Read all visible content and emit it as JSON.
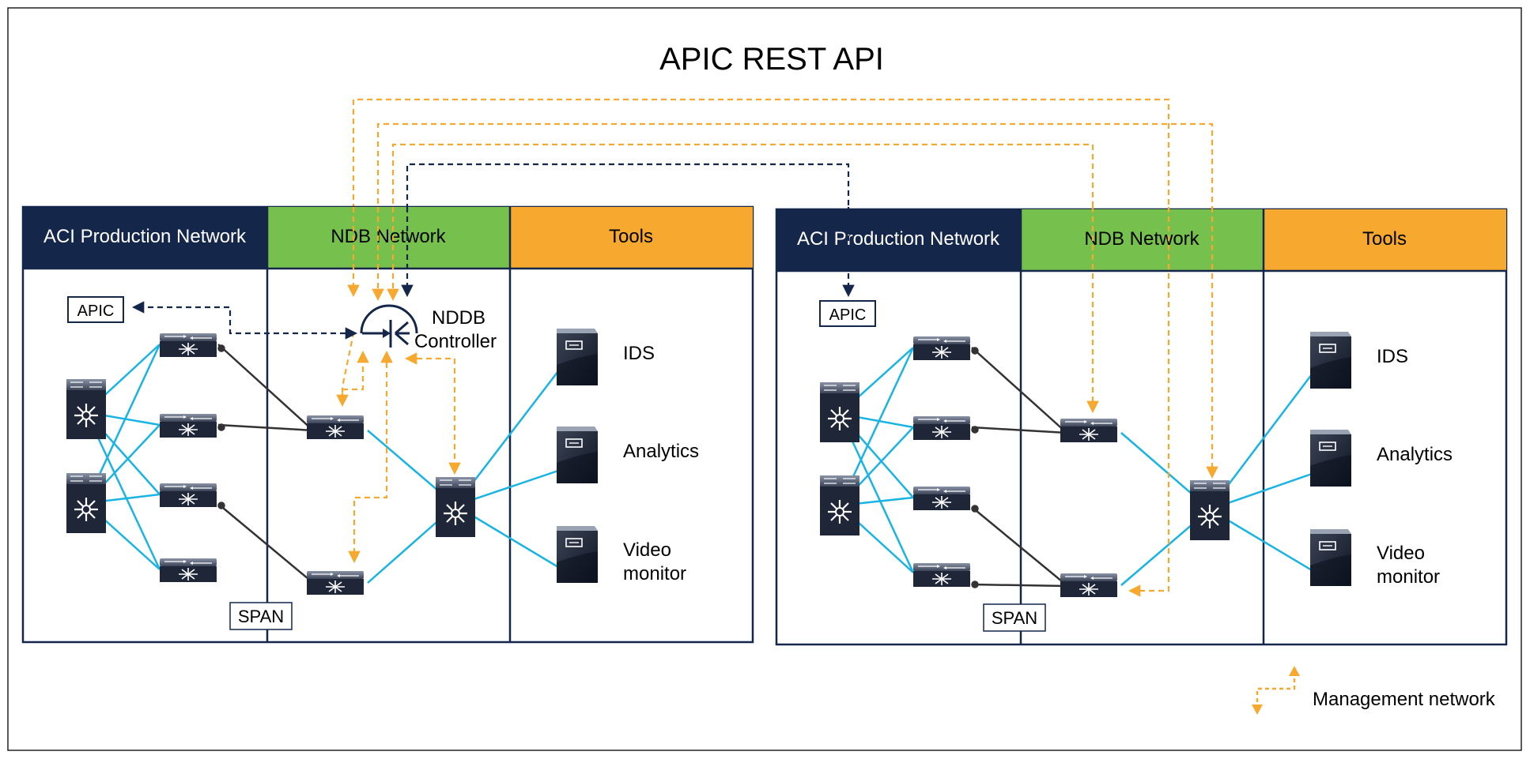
{
  "title": "APIC REST API",
  "left": {
    "headers": {
      "aci": "ACI Production Network",
      "ndb": "NDB Network",
      "tools": "Tools"
    },
    "apic": "APIC",
    "span": "SPAN",
    "controller": [
      "NDDB",
      "Controller"
    ],
    "tools": {
      "ids": "IDS",
      "analytics": "Analytics",
      "video": [
        "Video",
        "monitor"
      ]
    }
  },
  "right": {
    "headers": {
      "aci": "ACI Production Network",
      "ndb": "NDB Network",
      "tools": "Tools"
    },
    "apic": "APIC",
    "span": "SPAN",
    "tools": {
      "ids": "IDS",
      "analytics": "Analytics",
      "video": [
        "Video",
        "monitor"
      ]
    }
  },
  "legend": {
    "label": "Management network"
  },
  "colors": {
    "navy": "#14264a",
    "green": "#76c04d",
    "orange": "#f7a82e",
    "cyan": "#19b4e3",
    "mgmt": "#f7a82e",
    "link_dark": "#333333"
  },
  "icons": {
    "spine": "nexus-spine-switch-icon",
    "leaf": "nexus-leaf-switch-icon",
    "server": "tool-server-icon",
    "controller": "router-controller-icon"
  }
}
